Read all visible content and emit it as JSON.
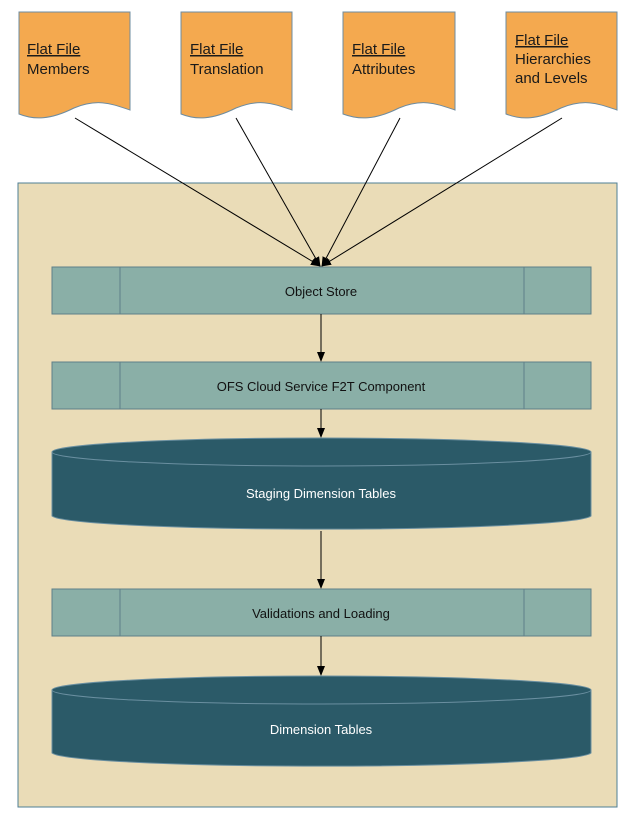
{
  "colors": {
    "document_fill": "#F4A94F",
    "container_fill": "#EADCB7",
    "process_fill": "#8AAFA7",
    "database_fill": "#2B5A68",
    "line": "#000000"
  },
  "documents": [
    {
      "title": "Flat File",
      "subtitle": "Members"
    },
    {
      "title": "Flat File",
      "subtitle": "Translation"
    },
    {
      "title": "Flat File",
      "subtitle": "Attributes"
    },
    {
      "title": "Flat File",
      "subtitle": "Hierarchies and Levels",
      "subtitle_line1": "Hierarchies",
      "subtitle_line2": "and Levels"
    }
  ],
  "flow": {
    "object_store": "Object Store",
    "f2t_component": "OFS Cloud Service F2T Component",
    "staging_tables": "Staging Dimension Tables",
    "validations": "Validations and Loading",
    "dimension_tables": "Dimension Tables"
  }
}
